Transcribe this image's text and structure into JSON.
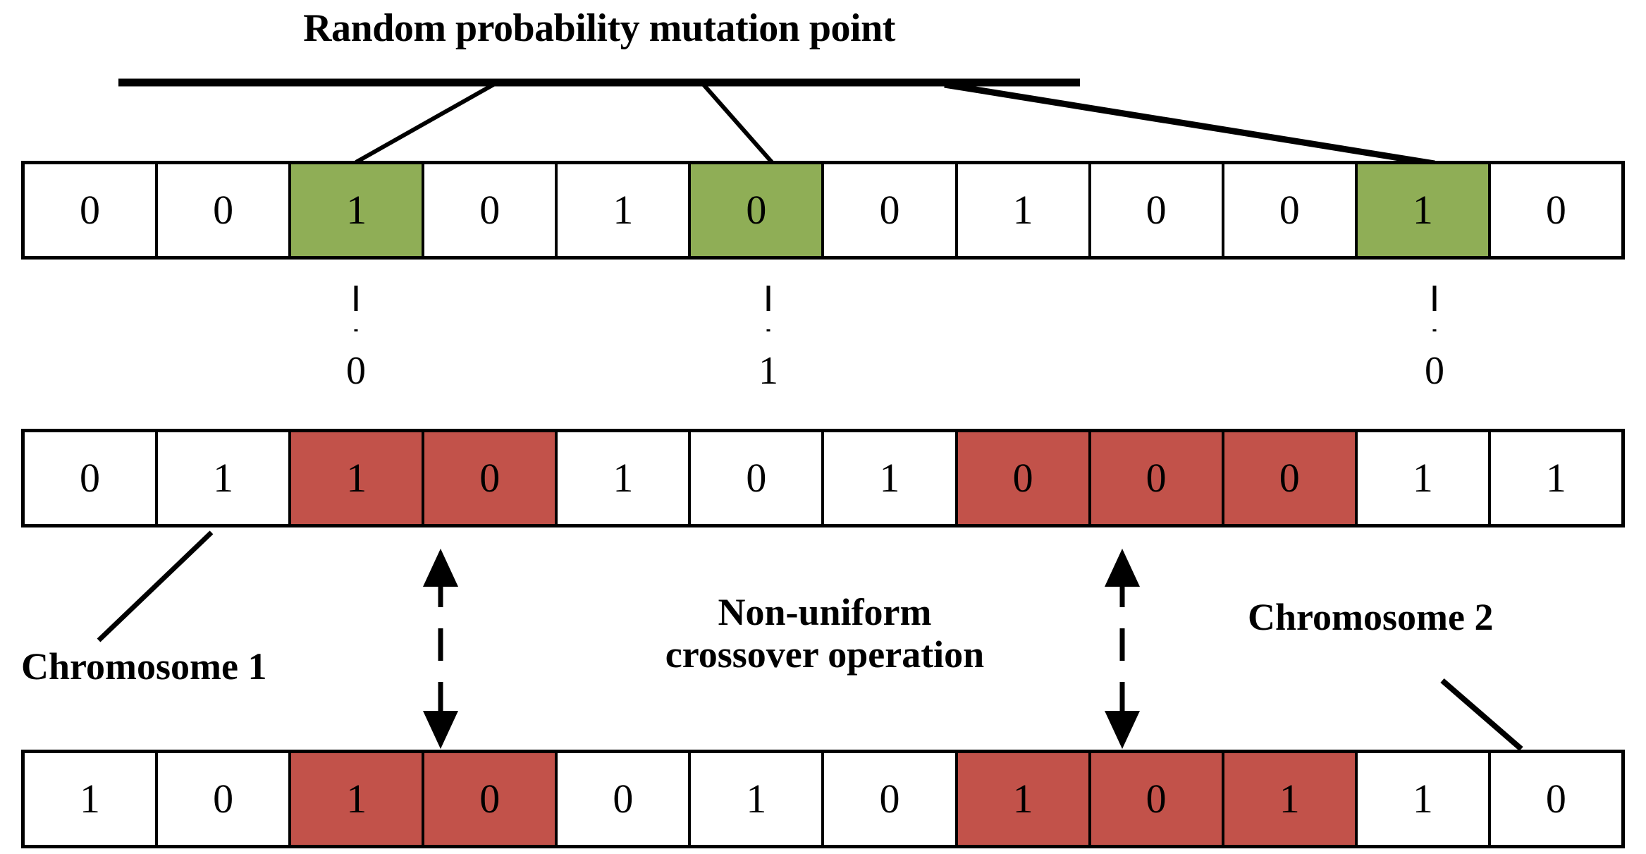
{
  "diagram": {
    "title": "Random probability mutation point",
    "colors": {
      "green_highlight": "#8fae56",
      "red_highlight": "#c2524a",
      "stroke": "#000000",
      "background": "#ffffff"
    }
  },
  "mutation_row": {
    "name": "mutation source chromosome",
    "cells": [
      {
        "value": "0",
        "highlight": "none"
      },
      {
        "value": "0",
        "highlight": "none"
      },
      {
        "value": "1",
        "highlight": "green"
      },
      {
        "value": "0",
        "highlight": "none"
      },
      {
        "value": "1",
        "highlight": "none"
      },
      {
        "value": "0",
        "highlight": "green"
      },
      {
        "value": "0",
        "highlight": "none"
      },
      {
        "value": "1",
        "highlight": "none"
      },
      {
        "value": "0",
        "highlight": "none"
      },
      {
        "value": "0",
        "highlight": "none"
      },
      {
        "value": "1",
        "highlight": "green"
      },
      {
        "value": "0",
        "highlight": "none"
      }
    ],
    "mutated_values": [
      {
        "index": 2,
        "value": "0"
      },
      {
        "index": 5,
        "value": "1"
      },
      {
        "index": 10,
        "value": "0"
      }
    ]
  },
  "chromosome_1": {
    "label": "Chromosome 1",
    "cells": [
      {
        "value": "0",
        "highlight": "none"
      },
      {
        "value": "1",
        "highlight": "none"
      },
      {
        "value": "1",
        "highlight": "red"
      },
      {
        "value": "0",
        "highlight": "red"
      },
      {
        "value": "1",
        "highlight": "none"
      },
      {
        "value": "0",
        "highlight": "none"
      },
      {
        "value": "1",
        "highlight": "none"
      },
      {
        "value": "0",
        "highlight": "red"
      },
      {
        "value": "0",
        "highlight": "red"
      },
      {
        "value": "0",
        "highlight": "red"
      },
      {
        "value": "1",
        "highlight": "none"
      },
      {
        "value": "1",
        "highlight": "none"
      }
    ]
  },
  "chromosome_2": {
    "label": "Chromosome 2",
    "cells": [
      {
        "value": "1",
        "highlight": "none"
      },
      {
        "value": "0",
        "highlight": "none"
      },
      {
        "value": "1",
        "highlight": "red"
      },
      {
        "value": "0",
        "highlight": "red"
      },
      {
        "value": "0",
        "highlight": "none"
      },
      {
        "value": "1",
        "highlight": "none"
      },
      {
        "value": "0",
        "highlight": "none"
      },
      {
        "value": "1",
        "highlight": "red"
      },
      {
        "value": "0",
        "highlight": "red"
      },
      {
        "value": "1",
        "highlight": "red"
      },
      {
        "value": "1",
        "highlight": "none"
      },
      {
        "value": "0",
        "highlight": "none"
      }
    ]
  },
  "crossover": {
    "line1": "Non-uniform",
    "line2": "crossover operation"
  }
}
